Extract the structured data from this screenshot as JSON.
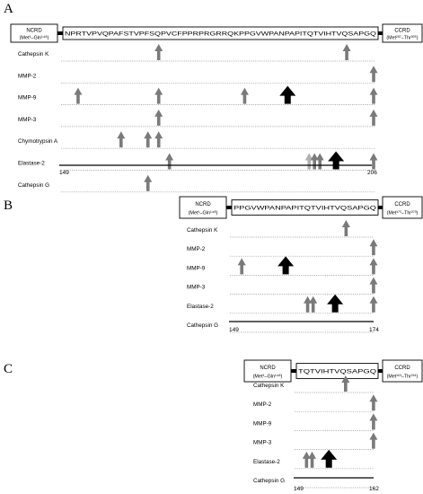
{
  "panels": [
    {
      "letter": "A",
      "seq": "NPRTVPVQPAFSTVPFSQPVCFPPRPRGRRQKPPGVWPANPAPITQTVIHTVQSAPGQ",
      "ncrd": {
        "line1": "NCRD",
        "line2": "(Met¹–Gln¹⁴⁸)"
      },
      "ccrd": {
        "line1": "CCRD",
        "line2": "(Met²⁰⁷–Thr³⁰⁵)"
      },
      "start": "149",
      "end": "206",
      "enzymes": [
        {
          "name": "Cathepsin K",
          "arrows": [
            {
              "pos": 18,
              "kind": "gray"
            },
            {
              "pos": 53,
              "kind": "gray"
            }
          ]
        },
        {
          "name": "MMP-2",
          "arrows": [
            {
              "pos": 58,
              "kind": "gray"
            }
          ]
        },
        {
          "name": "MMP-9",
          "arrows": [
            {
              "pos": 3,
              "kind": "gray"
            },
            {
              "pos": 18,
              "kind": "gray"
            },
            {
              "pos": 34,
              "kind": "gray"
            },
            {
              "pos": 42,
              "kind": "black"
            },
            {
              "pos": 58,
              "kind": "gray"
            }
          ]
        },
        {
          "name": "MMP-3",
          "arrows": [
            {
              "pos": 18,
              "kind": "gray"
            },
            {
              "pos": 58,
              "kind": "gray"
            }
          ]
        },
        {
          "name": "Chymotrypsin A",
          "arrows": [
            {
              "pos": 11,
              "kind": "gray"
            },
            {
              "pos": 16,
              "kind": "gray"
            },
            {
              "pos": 18,
              "kind": "gray"
            }
          ]
        },
        {
          "name": "Elastase-2",
          "arrows": [
            {
              "pos": 20,
              "kind": "gray"
            },
            {
              "pos": 46,
              "kind": "light"
            },
            {
              "pos": 47,
              "kind": "gray"
            },
            {
              "pos": 48,
              "kind": "gray"
            },
            {
              "pos": 51,
              "kind": "black"
            },
            {
              "pos": 58,
              "kind": "gray"
            }
          ]
        },
        {
          "name": "Cathepsin G",
          "arrows": [
            {
              "pos": 16,
              "kind": "gray"
            }
          ]
        }
      ]
    },
    {
      "letter": "B",
      "seq": "PPGVWPANPAPITQTVIHTVQSAPGQ",
      "ncrd": {
        "line1": "NCRD",
        "line2": "(Met¹–Gln¹⁴⁸)"
      },
      "ccrd": {
        "line1": "CCRD",
        "line2": "(Met¹⁷⁵–Thr²⁷³)"
      },
      "start": "149",
      "end": "174",
      "enzymes": [
        {
          "name": "Cathepsin K",
          "arrows": [
            {
              "pos": 21,
              "kind": "gray"
            }
          ]
        },
        {
          "name": "MMP-2",
          "arrows": [
            {
              "pos": 26,
              "kind": "gray"
            }
          ]
        },
        {
          "name": "MMP-9",
          "arrows": [
            {
              "pos": 2,
              "kind": "gray"
            },
            {
              "pos": 10,
              "kind": "black"
            },
            {
              "pos": 26,
              "kind": "gray"
            }
          ]
        },
        {
          "name": "MMP-3",
          "arrows": [
            {
              "pos": 26,
              "kind": "gray"
            }
          ]
        },
        {
          "name": "Elastase-2",
          "arrows": [
            {
              "pos": 14,
              "kind": "gray"
            },
            {
              "pos": 15,
              "kind": "gray"
            },
            {
              "pos": 19,
              "kind": "black"
            },
            {
              "pos": 26,
              "kind": "gray"
            }
          ]
        },
        {
          "name": "Cathepsin G",
          "arrows": []
        }
      ]
    },
    {
      "letter": "C",
      "seq": "TQTVIHTVQSAPGQ",
      "ncrd": {
        "line1": "NCRD",
        "line2": "(Met¹–Gln¹⁴⁸)"
      },
      "ccrd": {
        "line1": "CCRD",
        "line2": "(Met¹⁶³–Thr²⁶¹)"
      },
      "start": "149",
      "end": "162",
      "enzymes": [
        {
          "name": "Cathepsin K",
          "arrows": [
            {
              "pos": 9,
              "kind": "gray"
            }
          ]
        },
        {
          "name": "MMP-2",
          "arrows": [
            {
              "pos": 14,
              "kind": "gray"
            }
          ]
        },
        {
          "name": "MMP-9",
          "arrows": [
            {
              "pos": 14,
              "kind": "gray"
            }
          ]
        },
        {
          "name": "MMP-3",
          "arrows": [
            {
              "pos": 14,
              "kind": "gray"
            }
          ]
        },
        {
          "name": "Elastase-2",
          "arrows": [
            {
              "pos": 2,
              "kind": "gray"
            },
            {
              "pos": 3,
              "kind": "gray"
            },
            {
              "pos": 6,
              "kind": "black"
            }
          ]
        },
        {
          "name": "Cathepsin G",
          "arrows": []
        }
      ]
    }
  ],
  "colors": {
    "gray": "#7a7a7a",
    "light": "#b0b0b0",
    "black": "#000000",
    "line": "#555555"
  }
}
